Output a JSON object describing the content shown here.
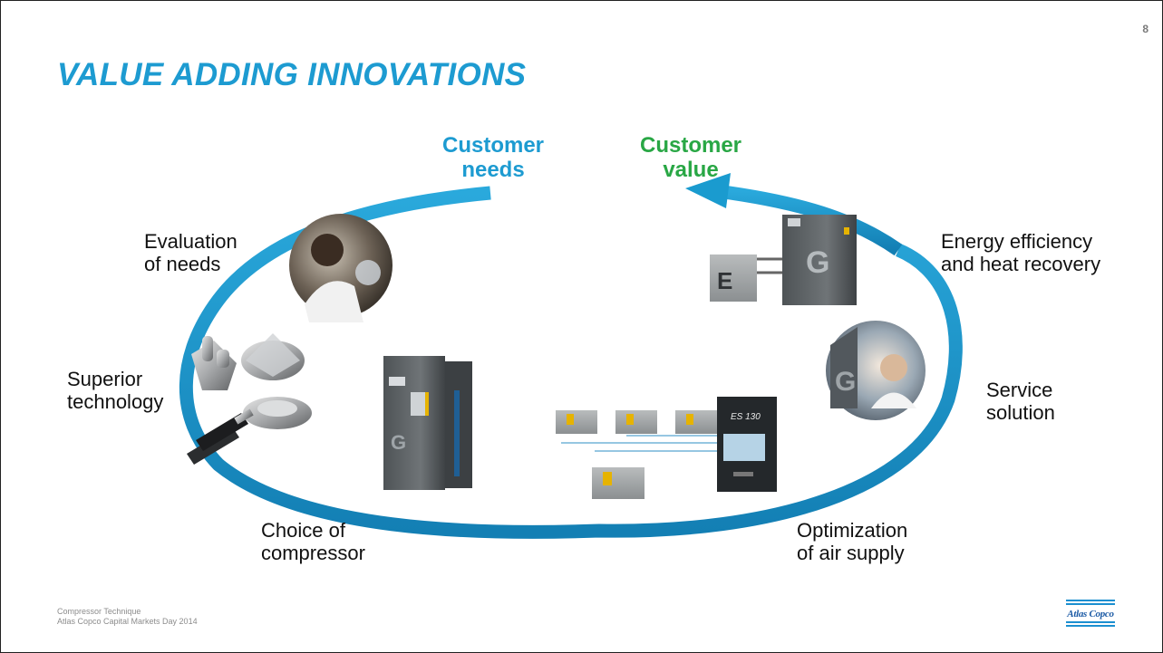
{
  "page_number": "8",
  "title": "VALUE ADDING INNOVATIONS",
  "cycle": {
    "needs_headline": [
      "Customer",
      "needs"
    ],
    "value_headline": [
      "Customer",
      "value"
    ],
    "steps": {
      "evaluation": [
        "Evaluation",
        "of needs"
      ],
      "technology": [
        "Superior",
        "technology"
      ],
      "choice": [
        "Choice of",
        "compressor"
      ],
      "optimization": [
        "Optimization",
        "of air supply"
      ],
      "service": [
        "Service",
        "solution"
      ],
      "energy": [
        "Energy efficiency",
        "and heat recovery"
      ]
    },
    "es_panel_label": "ES 130"
  },
  "footer": [
    "Compressor Technique",
    "Atlas Copco Capital Markets Day 2014"
  ],
  "logo_text": "Atlas Copco",
  "colors": {
    "title": "#1d9bd1",
    "needs": "#1d9bd1",
    "value": "#29a745",
    "cycle_arrow": "#1a9bcf",
    "text": "#111111"
  }
}
